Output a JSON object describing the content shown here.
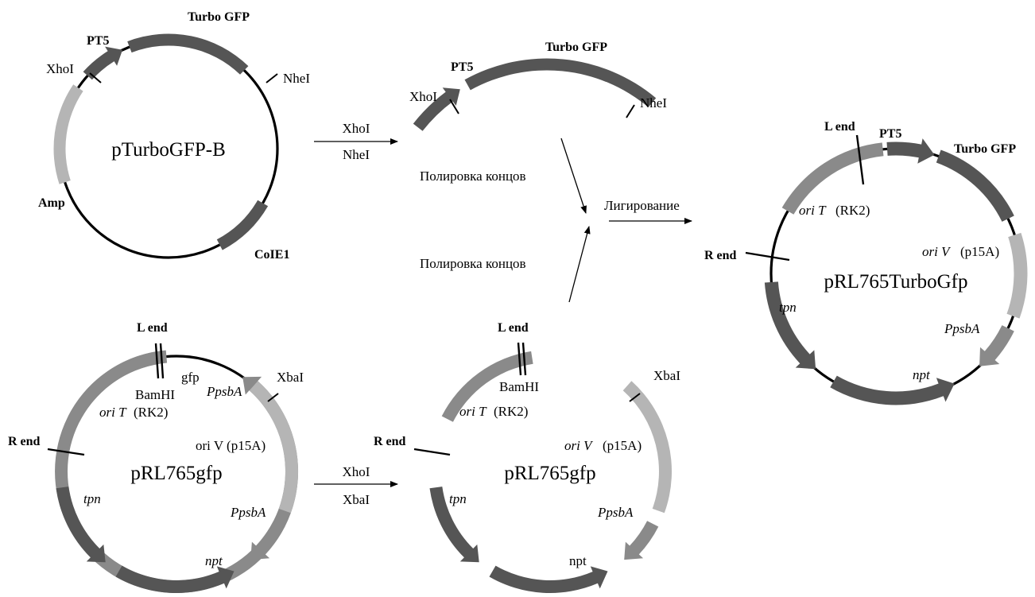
{
  "colors": {
    "dark": "#555555",
    "medium": "#8a8a8a",
    "light": "#b5b5b5",
    "backbone": "#000000"
  },
  "plasmid_top_left": {
    "name": "pTurboGFP-B",
    "turbo_gfp": "Turbo GFP",
    "pt5": "PT5",
    "xhoi": "XhoI",
    "nhei": "NheI",
    "amp": "Amp",
    "cole1": "CoIE1"
  },
  "fragment": {
    "pt5": "PT5",
    "turbo_gfp": "Turbo GFP",
    "xhoi": "XhoI",
    "nhei": "NheI"
  },
  "steps": {
    "digest_top_1": "XhoI",
    "digest_top_2": "NheI",
    "polish_top": "Полировка концов",
    "polish_bottom": "Полировка концов",
    "ligation": "Лигирование",
    "digest_bottom_1": "XhoI",
    "digest_bottom_2": "XbaI"
  },
  "plasmid_bottom_left": {
    "name": "pRL765gfp",
    "l_end": "L end",
    "r_end": "R end",
    "gfp": "gfp",
    "bamhi": "BamHI",
    "xbai": "XbaI",
    "ppsba_top": "PpsbA",
    "ori_t": "ori T",
    "ori_t_note": "(RK2)",
    "ori_v": "ori V (p15A)",
    "ppsba_bottom": "PpsbA",
    "tpn": "tpn",
    "npt": "npt"
  },
  "plasmid_bottom_mid": {
    "name": "pRL765gfp",
    "l_end": "L end",
    "r_end": "R end",
    "bamhi": "BamHI",
    "xbai": "XbaI",
    "ori_t": "ori T",
    "ori_t_note": "(RK2)",
    "ori_v": "ori V",
    "ori_v_note": "(p15A)",
    "ppsba": "PpsbA",
    "tpn": "tpn",
    "npt": "npt"
  },
  "plasmid_right": {
    "name": "pRL765TurboGfp",
    "l_end": "L end",
    "pt5": "PT5",
    "turbo_gfp": "Turbo GFP",
    "r_end": "R end",
    "ori_t": "ori T",
    "ori_t_note": "(RK2)",
    "ori_v": "ori V",
    "ori_v_note": "(p15A)",
    "ppsba": "PpsbA",
    "tpn": "tpn",
    "npt": "npt"
  }
}
